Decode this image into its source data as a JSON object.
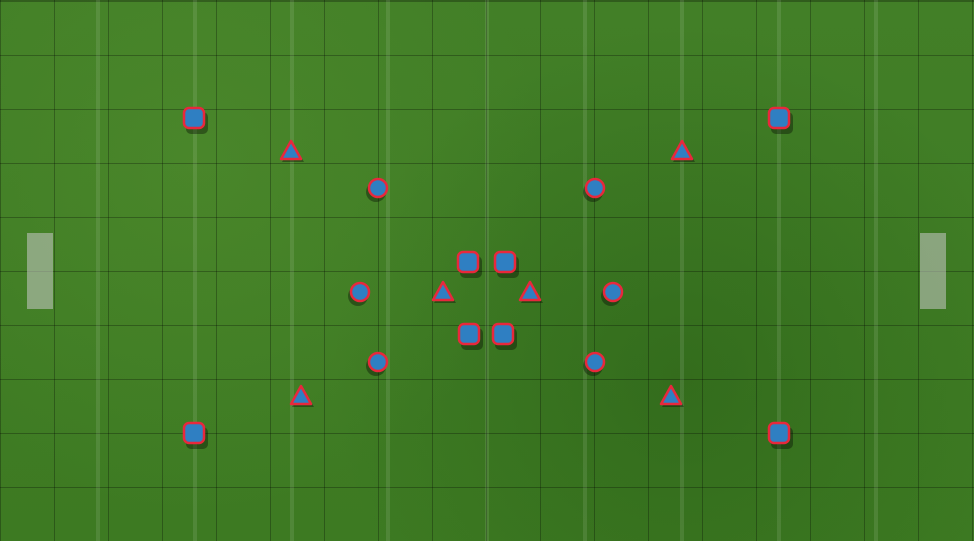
{
  "board": {
    "colors": {
      "grass": "#3f7f24",
      "piece_fill": "#2f7fc2",
      "piece_outline": "#e8283c",
      "goal": "#c8c8c8"
    },
    "pieces": [
      {
        "shape": "square",
        "icon": "square-piece-icon"
      },
      {
        "shape": "square",
        "icon": "square-piece-icon"
      },
      {
        "shape": "square",
        "icon": "square-piece-icon"
      },
      {
        "shape": "square",
        "icon": "square-piece-icon"
      },
      {
        "shape": "triangle",
        "icon": "triangle-piece-icon"
      },
      {
        "shape": "triangle",
        "icon": "triangle-piece-icon"
      },
      {
        "shape": "triangle",
        "icon": "triangle-piece-icon"
      },
      {
        "shape": "triangle",
        "icon": "triangle-piece-icon"
      },
      {
        "shape": "circle",
        "icon": "circle-piece-icon"
      },
      {
        "shape": "circle",
        "icon": "circle-piece-icon"
      },
      {
        "shape": "circle",
        "icon": "circle-piece-icon"
      },
      {
        "shape": "circle",
        "icon": "circle-piece-icon"
      },
      {
        "shape": "circle",
        "icon": "circle-piece-icon"
      },
      {
        "shape": "circle",
        "icon": "circle-piece-icon"
      },
      {
        "shape": "square",
        "icon": "square-piece-icon"
      },
      {
        "shape": "square",
        "icon": "square-piece-icon"
      },
      {
        "shape": "square",
        "icon": "square-piece-icon"
      },
      {
        "shape": "square",
        "icon": "square-piece-icon"
      },
      {
        "shape": "triangle",
        "icon": "triangle-piece-icon"
      },
      {
        "shape": "triangle",
        "icon": "triangle-piece-icon"
      }
    ]
  }
}
